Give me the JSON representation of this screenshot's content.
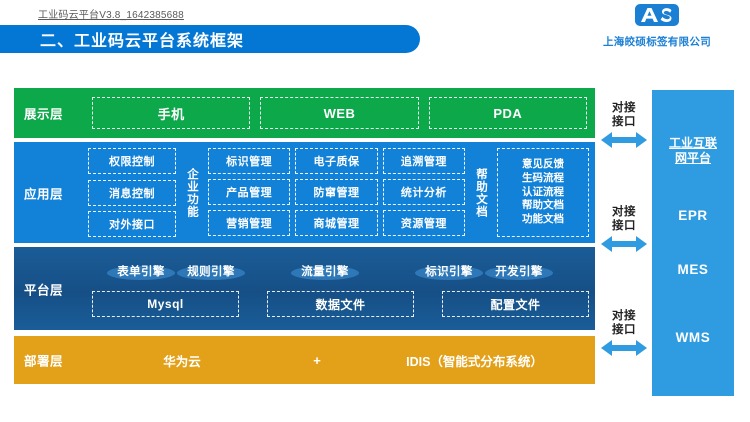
{
  "header": {
    "doc_tag": "工业码云平台V3.8_1642385688",
    "logo_mark": "AS",
    "logo_company": "上海皎硕标签有限公司",
    "title": "二、工业码云平台系统框架",
    "colors": {
      "title_bar": "#0477d4",
      "logo_blue": "#1b7fd4"
    }
  },
  "layers": {
    "display": {
      "name": "展示层",
      "color": "#0ca84a",
      "items": [
        "手机",
        "WEB",
        "PDA"
      ]
    },
    "application": {
      "name": "应用层",
      "color": "#1281d8",
      "left_column": [
        "权限控制",
        "消息控制",
        "对外接口"
      ],
      "vertical_label_1": "企业功能",
      "grid": [
        [
          "标识管理",
          "电子质保",
          "追溯管理"
        ],
        [
          "产品管理",
          "防窜管理",
          "统计分析"
        ],
        [
          "营销管理",
          "商城管理",
          "资源管理"
        ]
      ],
      "vertical_label_2": "帮助文档",
      "help_items": [
        "意见反馈",
        "生码流程",
        "认证流程",
        "帮助文档",
        "功能文档"
      ]
    },
    "platform": {
      "name": "平台层",
      "color": "#1a5490",
      "engines": [
        "表单引擎",
        "规则引擎",
        "流量引擎",
        "标识引擎",
        "开发引擎"
      ],
      "stores": [
        "Mysql",
        "数据文件",
        "配置文件"
      ]
    },
    "deployment": {
      "name": "部署层",
      "color": "#e3a019",
      "item_left": "华为云",
      "plus": "+",
      "item_right": "IDIS（智能式分布系统）"
    }
  },
  "interfaces": {
    "label": "对接\n接口",
    "label_line1": "对接",
    "label_line2": "接口",
    "count": 3,
    "arrow_color": "#2f9be0"
  },
  "right_panel": {
    "color": "#2f9be0",
    "items": [
      {
        "text_line1": "工业互联",
        "text_line2": "网平台",
        "type": "cn",
        "underlined": true
      },
      {
        "text_line1": "EPR",
        "text_line2": "",
        "type": "en",
        "underlined": false
      },
      {
        "text_line1": "MES",
        "text_line2": "",
        "type": "en",
        "underlined": false
      },
      {
        "text_line1": "WMS",
        "text_line2": "",
        "type": "en",
        "underlined": false
      }
    ]
  }
}
